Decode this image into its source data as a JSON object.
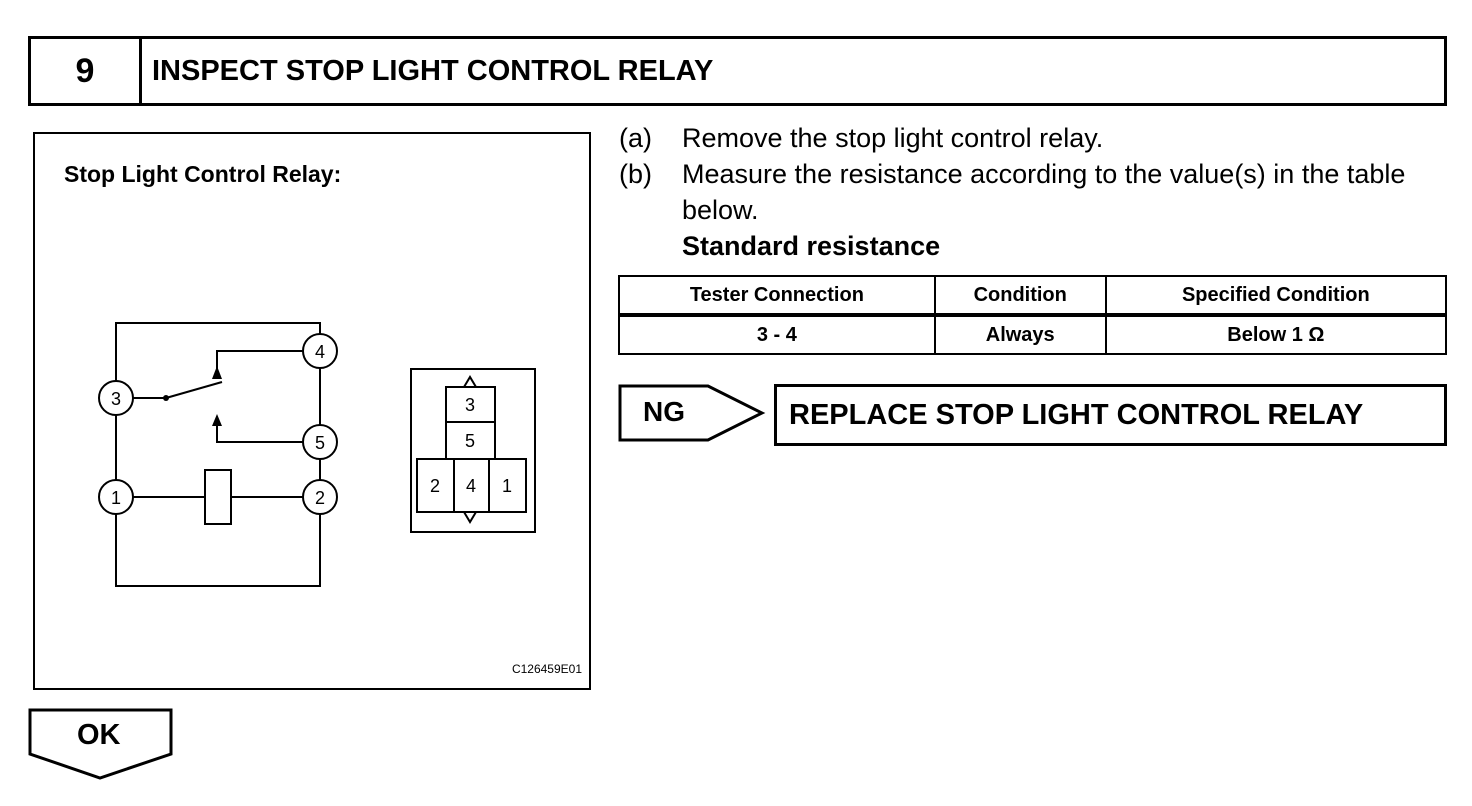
{
  "step": {
    "number": "9",
    "title": "INSPECT STOP LIGHT CONTROL RELAY"
  },
  "illustration": {
    "title": "Stop Light Control Relay:",
    "code": "C126459E01",
    "schematic_pins": [
      "3",
      "4",
      "5",
      "1",
      "2"
    ],
    "connector_pins": [
      "3",
      "5",
      "2",
      "4",
      "1"
    ]
  },
  "instructions": [
    {
      "letter": "(a)",
      "text": "Remove the stop light control relay."
    },
    {
      "letter": "(b)",
      "text": "Measure the resistance according to the value(s) in the table below."
    }
  ],
  "standard_heading": "Standard resistance",
  "table": {
    "headers": [
      "Tester Connection",
      "Condition",
      "Specified Condition"
    ],
    "rows": [
      [
        "3 - 4",
        "Always",
        "Below 1 Ω"
      ]
    ]
  },
  "ng": {
    "label": "NG",
    "action": "REPLACE STOP LIGHT CONTROL RELAY"
  },
  "ok": {
    "label": "OK"
  }
}
